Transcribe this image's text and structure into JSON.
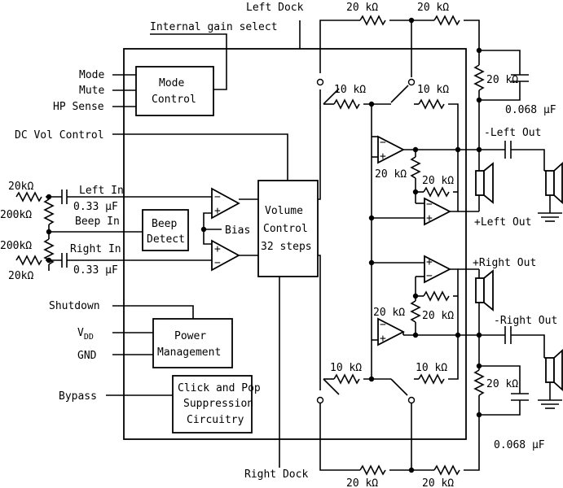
{
  "labels": {
    "left_dock": "Left Dock",
    "right_dock": "Right Dock",
    "internal_gain_select": "Internal gain select",
    "mode": "Mode",
    "mute": "Mute",
    "hp_sense": "HP Sense",
    "dc_vol_control": "DC Vol Control",
    "left_in": "Left In",
    "beep_in": "Beep In",
    "right_in": "Right In",
    "shutdown": "Shutdown",
    "vdd": "V",
    "vdd_sub": "DD",
    "gnd": "GND",
    "bypass": "Bypass",
    "bias": "Bias",
    "minus_left_out": "-Left Out",
    "plus_left_out": "+Left Out",
    "plus_right_out": "+Right Out",
    "minus_right_out": "-Right Out"
  },
  "blocks": {
    "mode_control": [
      "Mode",
      "Control"
    ],
    "beep_detect": [
      "Beep",
      "Detect"
    ],
    "volume_control": [
      "Volume",
      "Control",
      "32 steps"
    ],
    "power_management": [
      "Power",
      "Management"
    ],
    "click_pop": [
      "Click and Pop",
      "Suppression",
      "Circuitry"
    ]
  },
  "components": {
    "r20k": "20 kΩ",
    "r200k": "200 kΩ",
    "r10k": "10 kΩ",
    "r20k_compact": "20kΩ",
    "r200k_compact": "200kΩ",
    "c_033": "0.33 μF",
    "c_0068": "0.068 μF"
  }
}
